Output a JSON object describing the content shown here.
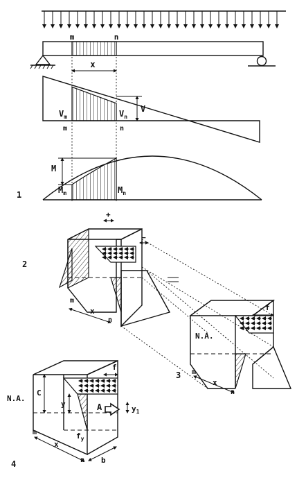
{
  "figure_numbers": {
    "one": "1",
    "two": "2",
    "three": "3",
    "four": "4"
  },
  "beam": {
    "section_left": "m",
    "section_right": "n",
    "length": "x"
  },
  "shear": {
    "v_m": "V",
    "v_m_sub": "m",
    "v_n": "V",
    "v_n_sub": "n",
    "v": "V",
    "m": "m",
    "n": "n"
  },
  "moment": {
    "m": "M",
    "m_m": "M",
    "m_m_sub": "m",
    "m_n": "M",
    "m_n_sub": "n"
  },
  "fig2": {
    "plus": "+",
    "minus": "−",
    "m": "m",
    "x": "x",
    "n": "n"
  },
  "fig3": {
    "f": "f",
    "na": "N.A.",
    "m": "m",
    "x": "x",
    "n": "n"
  },
  "fig4": {
    "f": "f",
    "c": "C",
    "na": "N.A.",
    "y": "y",
    "a": "A",
    "y1": "y",
    "y1_sub": "1",
    "fy": "f",
    "fy_sub": "y",
    "m": "m",
    "x": "x",
    "n": "n",
    "b": "b"
  }
}
